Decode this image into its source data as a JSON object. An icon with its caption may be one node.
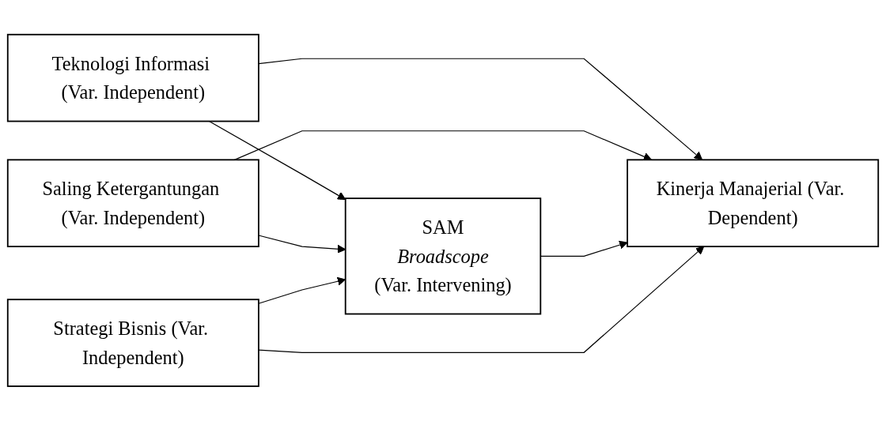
{
  "diagram": {
    "nodes": [
      {
        "text": [
          "Teknologi Informasi (Var. Independent)"
        ]
      },
      {
        "text": [
          "Saling Ketergantungan (Var. Independent)"
        ]
      },
      {
        "text": [
          "SAM",
          "Broadscope",
          "(Var. Intervening)"
        ]
      },
      {
        "text": [
          "Kinerja Manajerial (Var. Dependent)"
        ]
      },
      {
        "text": [
          "Strategi Bisnis (Var. Independent)"
        ]
      }
    ],
    "edges": [
      {
        "from": 0,
        "to": 2,
        "arrow": "to"
      },
      {
        "from": 0,
        "to": 3,
        "arrow": "to"
      },
      {
        "from": 1,
        "to": 2,
        "arrow": "to"
      },
      {
        "from": 1,
        "to": 3,
        "arrow": "to"
      },
      {
        "from": 2,
        "to": 3,
        "arrow": "to"
      },
      {
        "from": 4,
        "to": 2,
        "arrow": "to"
      },
      {
        "from": 4,
        "to": 3,
        "arrow": "to"
      }
    ]
  }
}
